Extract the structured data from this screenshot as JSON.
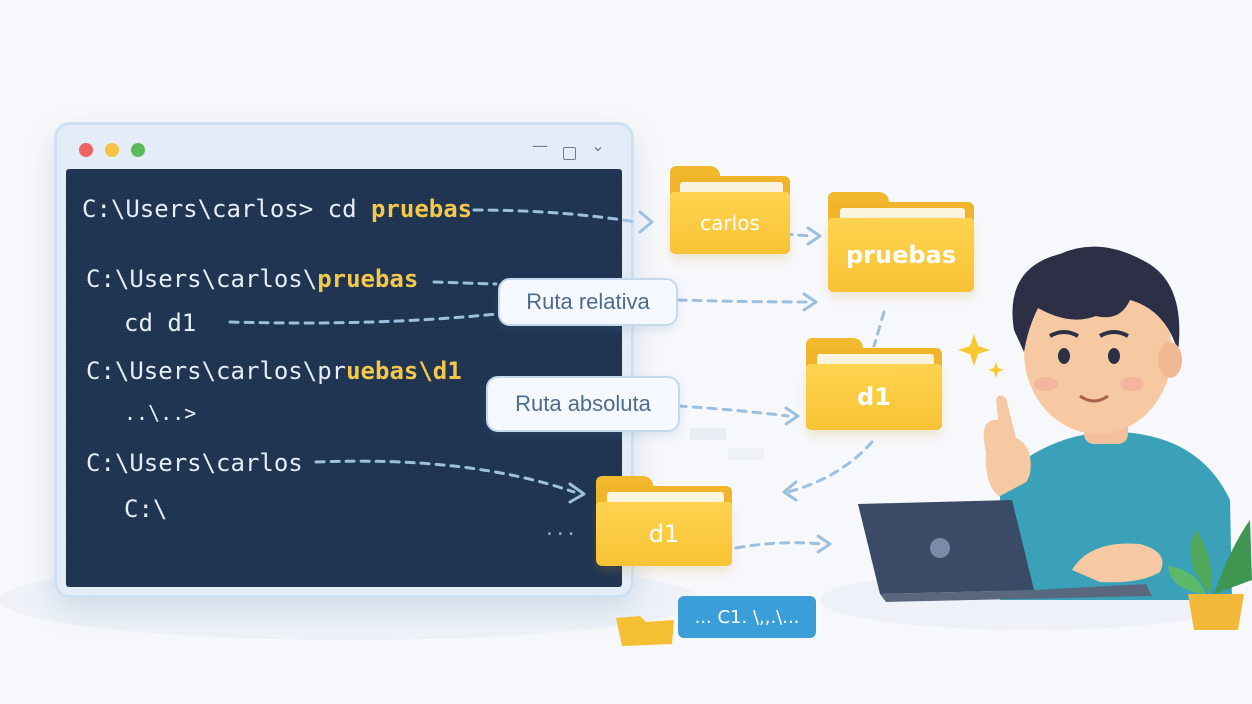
{
  "terminal": {
    "window_controls": {
      "minimize": "—",
      "dropdown": "⌄"
    },
    "lines": [
      {
        "prefix": "C:\\Users\\carlos> cd ",
        "highlight": "pruebas"
      },
      {
        "prefix": "C:\\Users\\carlos\\",
        "highlight": "pruebas"
      },
      {
        "text": "cd d1"
      },
      {
        "prefix": "C:\\Users\\carlos\\pr",
        "highlight": "uebas\\d1"
      },
      {
        "text": "..\\..>"
      },
      {
        "text": "C:\\Users\\carlos"
      },
      {
        "text": "C:\\"
      },
      {
        "text": "..."
      }
    ]
  },
  "folders": {
    "carlos": "carlos",
    "pruebas": "pruebas",
    "d1_top": "d1",
    "d1_bottom": "d1"
  },
  "callouts": {
    "relative": "Ruta relativa",
    "absolute": "Ruta absoluta"
  },
  "badge": "... C1. \\,,.\\...",
  "colors": {
    "console_bg": "#1e3450",
    "highlight": "#f5c84c",
    "folder": "#ffd34f",
    "badge": "#3a9ed9",
    "arrow": "#9dbfe0"
  }
}
